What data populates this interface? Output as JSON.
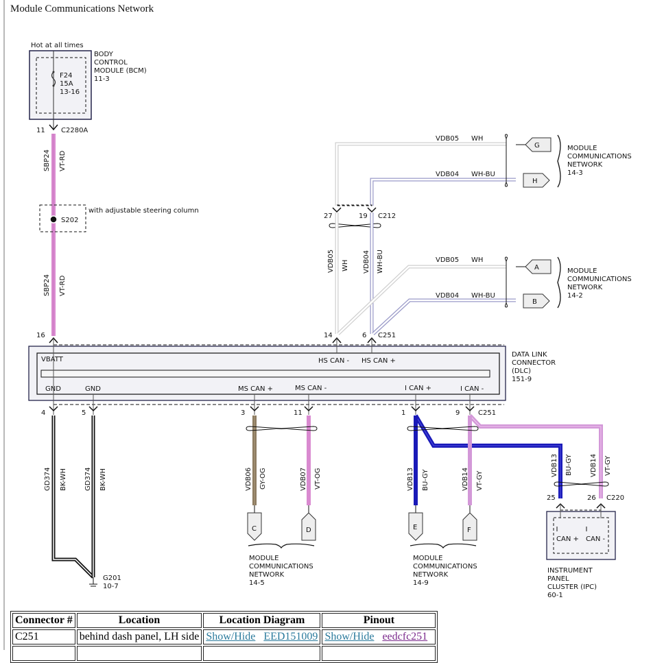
{
  "page": {
    "title": "Module Communications Network"
  },
  "colors": {
    "vt_rd": "#d98ad0",
    "wh": "#cfcfcf",
    "wh_bu": "#c8c8e6",
    "gy_og": "#8c7b60",
    "vt_og": "#d98ad0",
    "bu_gy": "#1a1ab8",
    "vt_gy": "#d398d8",
    "bk_wh": "#111111",
    "module_fill": "#f2f2f6",
    "module_border": "#23234a"
  },
  "bcm": {
    "power_label": "Hot at all times",
    "fuse": [
      "F24",
      "15A",
      "13-16"
    ],
    "name": [
      "BODY",
      "CONTROL",
      "MODULE (BCM)",
      "11-3"
    ],
    "pin": "11",
    "connector": "C2280A"
  },
  "sbp_wire": {
    "circuit": "SBP24",
    "color": "VT-RD",
    "splice": "S202",
    "splice_note": "with adjustable steering column",
    "dlc_pin": "16"
  },
  "hs_can": {
    "c212": {
      "connector": "C212",
      "pins": [
        "27",
        "19"
      ]
    },
    "c251": {
      "connector": "C251",
      "pins": [
        "14",
        "6"
      ]
    },
    "vertical": [
      {
        "circuit": "VDB05",
        "color": "WH"
      },
      {
        "circuit": "VDB04",
        "color": "WH-BU"
      }
    ],
    "branch_top": {
      "wires": [
        {
          "circuit": "VDB05",
          "color": "WH",
          "terminal": "G"
        },
        {
          "circuit": "VDB04",
          "color": "WH-BU",
          "terminal": "H"
        }
      ],
      "ref": [
        "MODULE",
        "COMMUNICATIONS",
        "NETWORK",
        "14-3"
      ]
    },
    "branch_mid": {
      "wires": [
        {
          "circuit": "VDB05",
          "color": "WH",
          "terminal": "A"
        },
        {
          "circuit": "VDB04",
          "color": "WH-BU",
          "terminal": "B"
        }
      ],
      "ref": [
        "MODULE",
        "COMMUNICATIONS",
        "NETWORK",
        "14-2"
      ]
    }
  },
  "dlc": {
    "top_pins": [
      "VBATT",
      "HS CAN -",
      "HS CAN +"
    ],
    "bottom_pins": [
      "GND",
      "GND",
      "MS CAN +",
      "MS CAN -",
      "I CAN +",
      "I CAN -"
    ],
    "name": [
      "DATA LINK",
      "CONNECTOR",
      "(DLC)",
      "151-9"
    ],
    "connector": "C251",
    "bottom_pin_numbers": [
      "4",
      "5",
      "3",
      "11",
      "1",
      "9"
    ]
  },
  "ground": {
    "wires": [
      {
        "circuit": "GD374",
        "color": "BK-WH"
      },
      {
        "circuit": "GD374",
        "color": "BK-WH"
      }
    ],
    "point": "G201",
    "ref": "10-7"
  },
  "ms_can": {
    "wires": [
      {
        "circuit": "VDB06",
        "color": "GY-OG",
        "terminal": "C"
      },
      {
        "circuit": "VDB07",
        "color": "VT-OG",
        "terminal": "D"
      }
    ],
    "ref": [
      "MODULE",
      "COMMUNICATIONS",
      "NETWORK",
      "14-5"
    ]
  },
  "i_can": {
    "wires": [
      {
        "circuit": "VDB13",
        "color": "BU-GY",
        "terminal": "E"
      },
      {
        "circuit": "VDB14",
        "color": "VT-GY",
        "terminal": "F"
      }
    ],
    "ref": [
      "MODULE",
      "COMMUNICATIONS",
      "NETWORK",
      "14-9"
    ],
    "ipc_wires": [
      {
        "circuit": "VDB13",
        "color": "BU-GY"
      },
      {
        "circuit": "VDB14",
        "color": "VT-GY"
      }
    ],
    "ipc_connector": "C220",
    "ipc_pins": [
      "25",
      "26"
    ]
  },
  "ipc": {
    "pins": [
      "CAN +",
      "CAN -"
    ],
    "name": [
      "INSTRUMENT",
      "PANEL",
      "CLUSTER (IPC)",
      "60-1"
    ]
  },
  "table": {
    "headers": [
      "Connector #",
      "Location",
      "Location Diagram",
      "Pinout"
    ],
    "rows": [
      {
        "connector": "C251",
        "location": "behind dash panel, LH side",
        "diagram_toggle": "Show/Hide",
        "diagram_id": "EED151009",
        "pinout_toggle": "Show/Hide",
        "pinout_id": "eedcfc251"
      }
    ]
  }
}
